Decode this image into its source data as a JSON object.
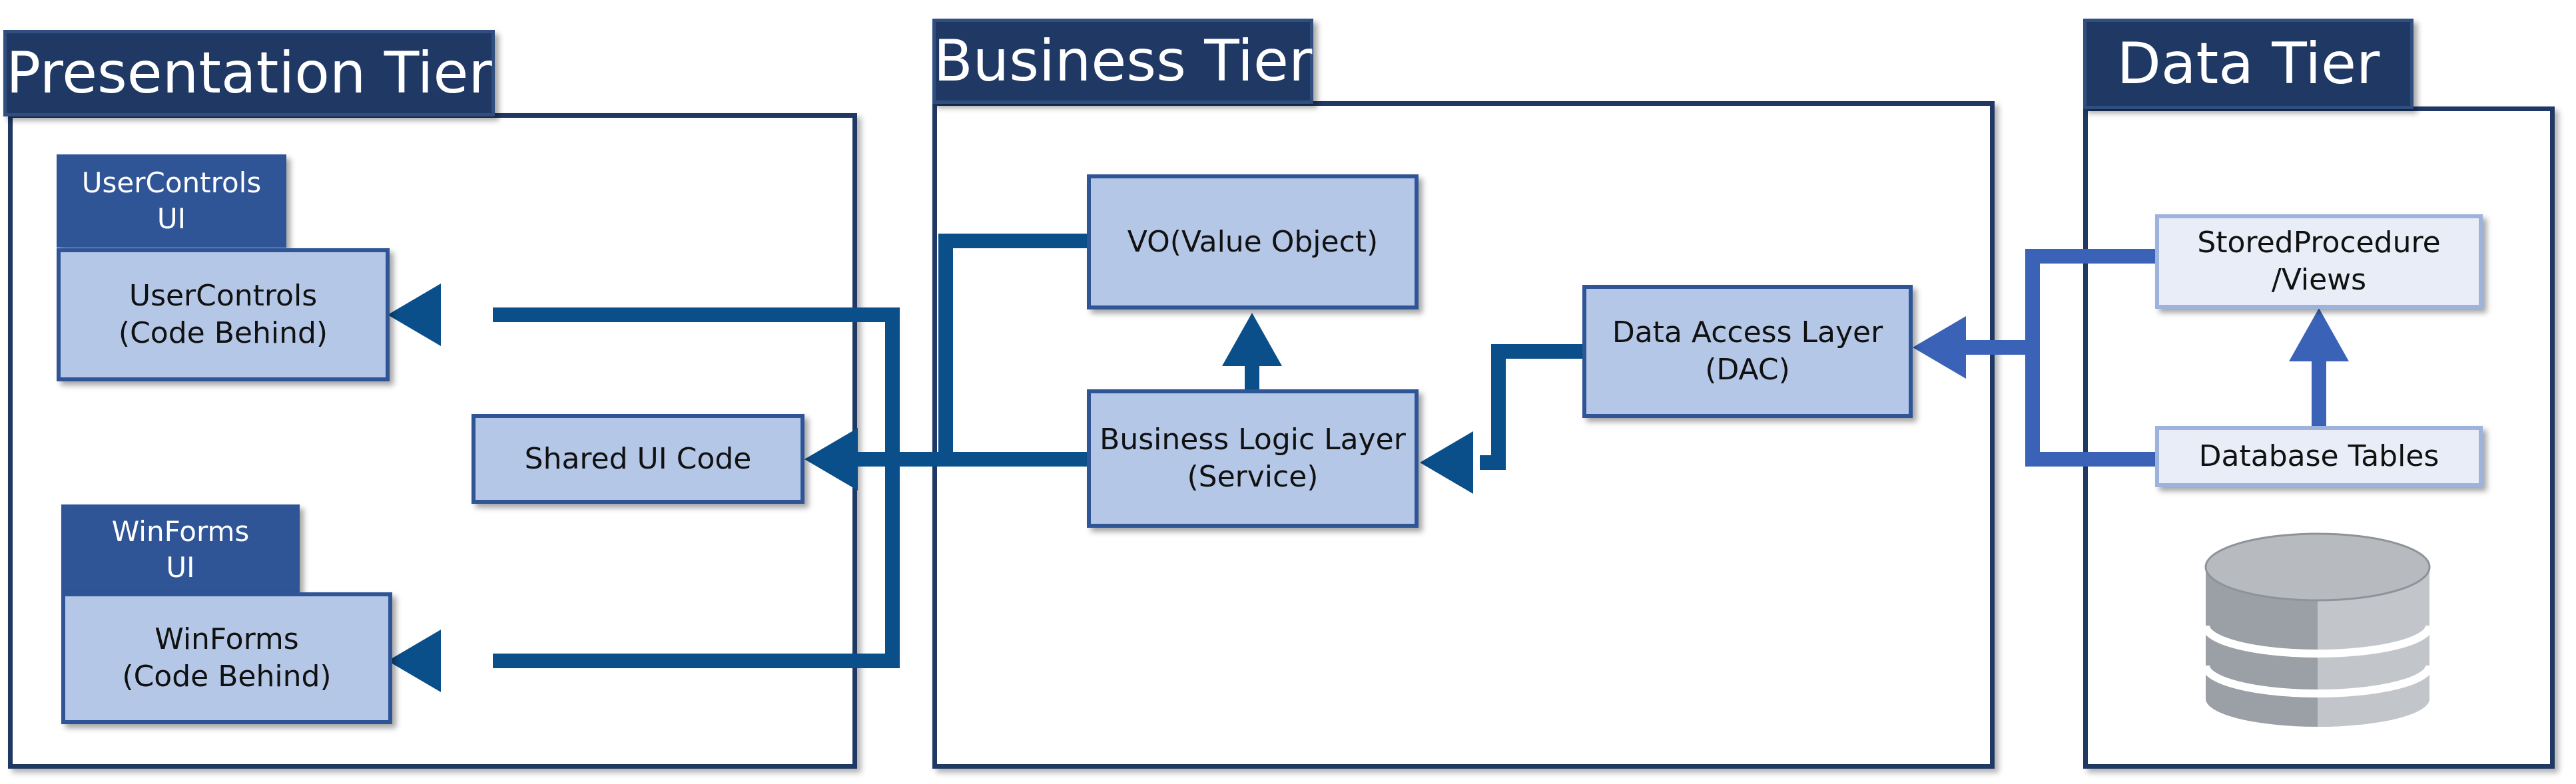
{
  "tiers": {
    "presentation": {
      "title": "Presentation Tier"
    },
    "business": {
      "title": "Business Tier"
    },
    "data": {
      "title": "Data Tier"
    }
  },
  "presentation": {
    "usercontrols_tab": "UserControls\nUI",
    "usercontrols_box": "UserControls\n(Code Behind)",
    "shared_ui": "Shared UI Code",
    "winforms_tab": "WinForms\nUI",
    "winforms_box": "WinForms\n(Code Behind)"
  },
  "business": {
    "vo": "VO(Value Object)",
    "bll": "Business Logic Layer\n(Service)",
    "dal": "Data Access Layer\n(DAC)"
  },
  "data": {
    "stored_procedure": "StoredProcedure\n/Views",
    "database_tables": "Database Tables",
    "database_icon": "database-cylinder-icon"
  },
  "colors": {
    "tier_title": "#1f3864",
    "node_fill": "#b4c7e7",
    "node_border": "#2f5597",
    "arrow_dark": "#0b4f8a",
    "arrow_light": "#3a63b8"
  }
}
